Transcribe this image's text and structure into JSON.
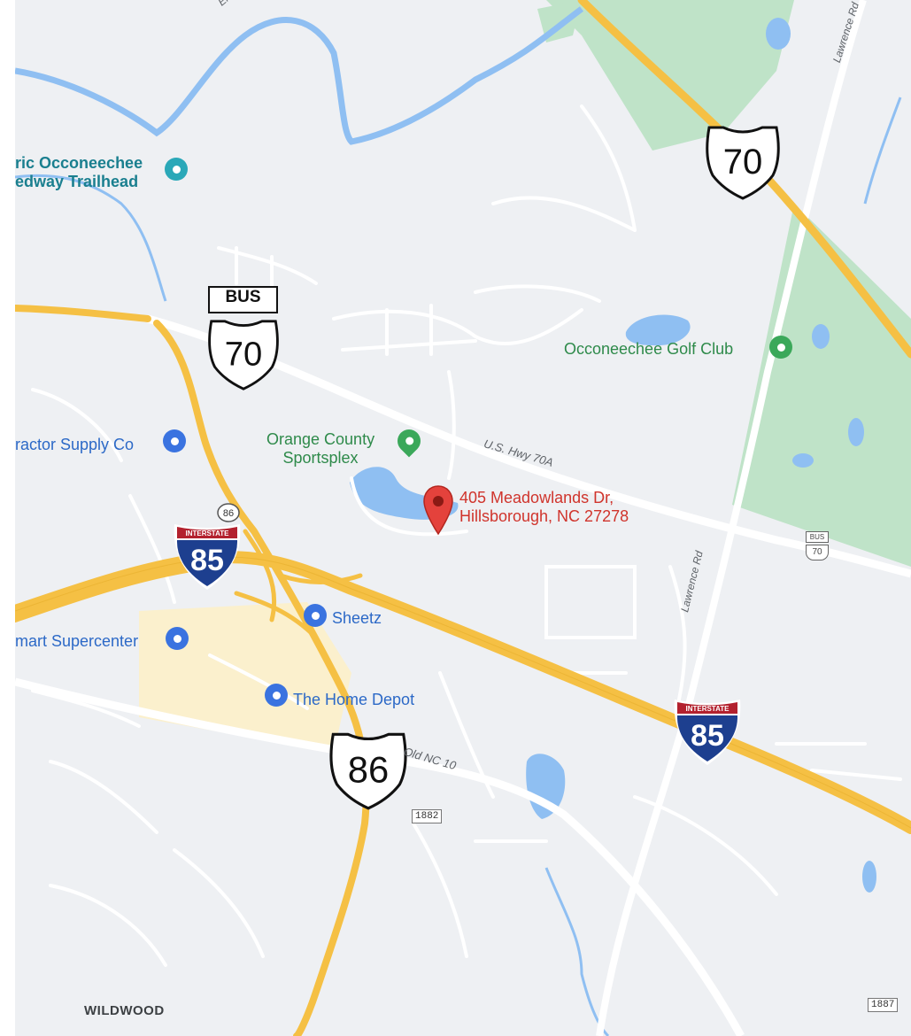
{
  "map": {
    "colors": {
      "land": "#eef0f3",
      "park": "#bfe3c8",
      "water": "#8fbff2",
      "highway": "#f5c044",
      "shopping": "#fbf0cd",
      "pin": "#e4423c"
    },
    "pois": [
      {
        "id": "trailhead",
        "line1": "ric Occoneechee",
        "line2": "edway Trailhead",
        "icon": "castle-icon"
      },
      {
        "id": "golf",
        "label": "Occoneechee Golf Club",
        "icon": "golf-icon"
      },
      {
        "id": "sportsplex",
        "line1": "Orange County",
        "line2": "Sportsplex",
        "icon": "park-pin-icon"
      },
      {
        "id": "tractor",
        "label": "ractor Supply Co",
        "icon": "shopping-bag-icon"
      },
      {
        "id": "sheetz",
        "label": "Sheetz",
        "icon": "gas-station-icon"
      },
      {
        "id": "walmart",
        "label": "mart Supercenter",
        "icon": "shopping-bag-icon"
      },
      {
        "id": "homedepot",
        "label": "The Home Depot",
        "icon": "shopping-bag-icon"
      }
    ],
    "selected_place": {
      "line1": "405 Meadowlands Dr,",
      "line2": "Hillsborough, NC 27278"
    },
    "road_labels": {
      "hwy70a": "U.S. Hwy 70A",
      "lawrence_top": "Lawrence Rd",
      "lawrence_mid": "Lawrence Rd",
      "old_nc10": "Old NC 10",
      "top_partial": "Er"
    },
    "area_label": "WILDWOOD",
    "shields": {
      "us70_top": "70",
      "bus_label": "BUS",
      "us70_bus": "70",
      "us86_small": "86",
      "i85_left_banner": "INTERSTATE",
      "i85_left_num": "85",
      "i85_right_banner": "INTERSTATE",
      "i85_right_num": "85",
      "us86_large": "86",
      "bus_small_label": "BUS",
      "bus_small_num": "70"
    },
    "county_roads": {
      "r1882": "1882",
      "r1887": "1887"
    }
  }
}
